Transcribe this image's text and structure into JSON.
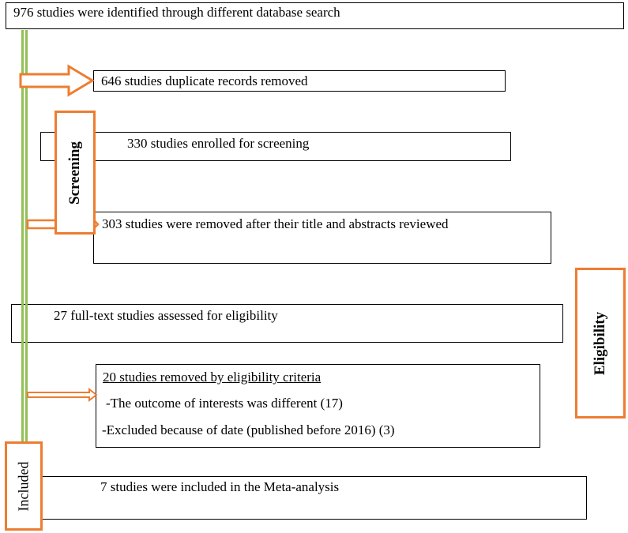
{
  "boxes": {
    "identified": "976 studies were identified through different database search",
    "duplicates_removed": "646 studies duplicate records removed",
    "enrolled_screening": "330 studies enrolled for screening",
    "removed_title_abstract": "303 studies were removed after their title and abstracts reviewed",
    "full_text_assessed": "27 full-text studies assessed for eligibility",
    "eligibility_removed": {
      "heading": "20 studies removed by eligibility criteria",
      "reason_1": "-The outcome of interests was different (17)",
      "reason_2": "-Excluded because of date (published before 2016) (3)"
    },
    "included_meta": "7 studies were included in the Meta-analysis"
  },
  "stages": {
    "screening": "Screening",
    "eligibility": "Eligibility",
    "included": "Included"
  },
  "colors": {
    "stage_border": "#ED7D31",
    "arrow": "#ED7D31",
    "spine": "#92C056",
    "box_border": "#000000"
  }
}
